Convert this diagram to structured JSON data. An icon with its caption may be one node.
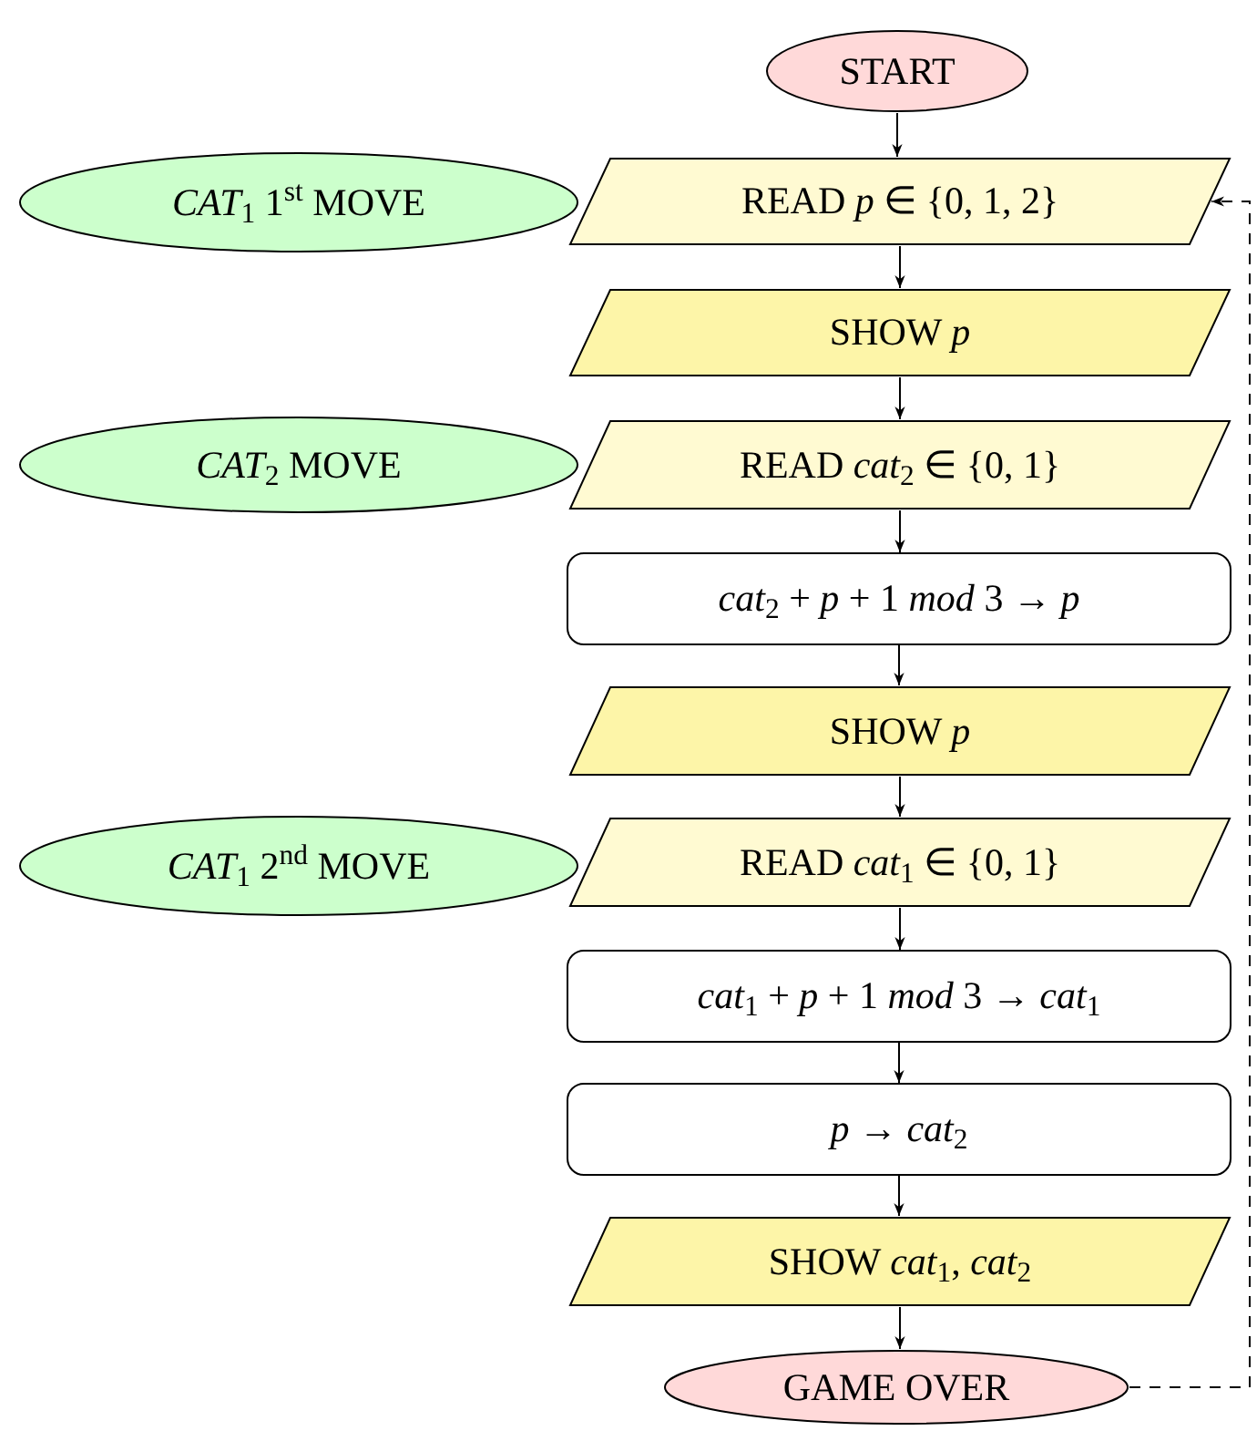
{
  "diagram": {
    "nodes": [
      {
        "text": [
          "START"
        ]
      },
      {
        "text": [
          "*CAT*$_{1}$ 1$^{st}$ MOVE"
        ]
      },
      {
        "text": [
          "READ *p* ∈ {0, 1, 2}"
        ]
      },
      {
        "text": [
          "SHOW *p*"
        ]
      },
      {
        "text": [
          "*CAT*$_{2}$ MOVE"
        ]
      },
      {
        "text": [
          "READ *cat*$_{2}$ ∈ {0, 1}"
        ]
      },
      {
        "text": [
          "*cat*$_{2}$ + *p* + 1 *mod* 3 → *p*"
        ]
      },
      {
        "text": [
          "SHOW *p*"
        ]
      },
      {
        "text": [
          "*CAT*$_{1}$ 2$^{nd}$ MOVE"
        ]
      },
      {
        "text": [
          "READ *cat*$_{1}$ ∈ {0, 1}"
        ]
      },
      {
        "text": [
          "*cat*$_{1}$ + *p* + 1 *mod* 3 → *cat*$_{1}$"
        ]
      },
      {
        "text": [
          "*p* → *cat*$_{2}$"
        ]
      },
      {
        "text": [
          "SHOW *cat*$_{1}$, *cat*$_{2}$"
        ]
      },
      {
        "text": [
          "GAME OVER"
        ]
      }
    ],
    "edges": [
      {
        "from": 0,
        "to": 2,
        "arrow": "to"
      },
      {
        "from": 2,
        "to": 3,
        "arrow": "to"
      },
      {
        "from": 3,
        "to": 5,
        "arrow": "to"
      },
      {
        "from": 5,
        "to": 6,
        "arrow": "to"
      },
      {
        "from": 6,
        "to": 7,
        "arrow": "to"
      },
      {
        "from": 7,
        "to": 9,
        "arrow": "to"
      },
      {
        "from": 9,
        "to": 10,
        "arrow": "to"
      },
      {
        "from": 10,
        "to": 11,
        "arrow": "to"
      },
      {
        "from": 11,
        "to": 12,
        "arrow": "to"
      },
      {
        "from": 12,
        "to": 13,
        "arrow": "to"
      },
      {
        "from": 13,
        "to": 2,
        "arrow": "to",
        "style": "dashed"
      }
    ]
  }
}
